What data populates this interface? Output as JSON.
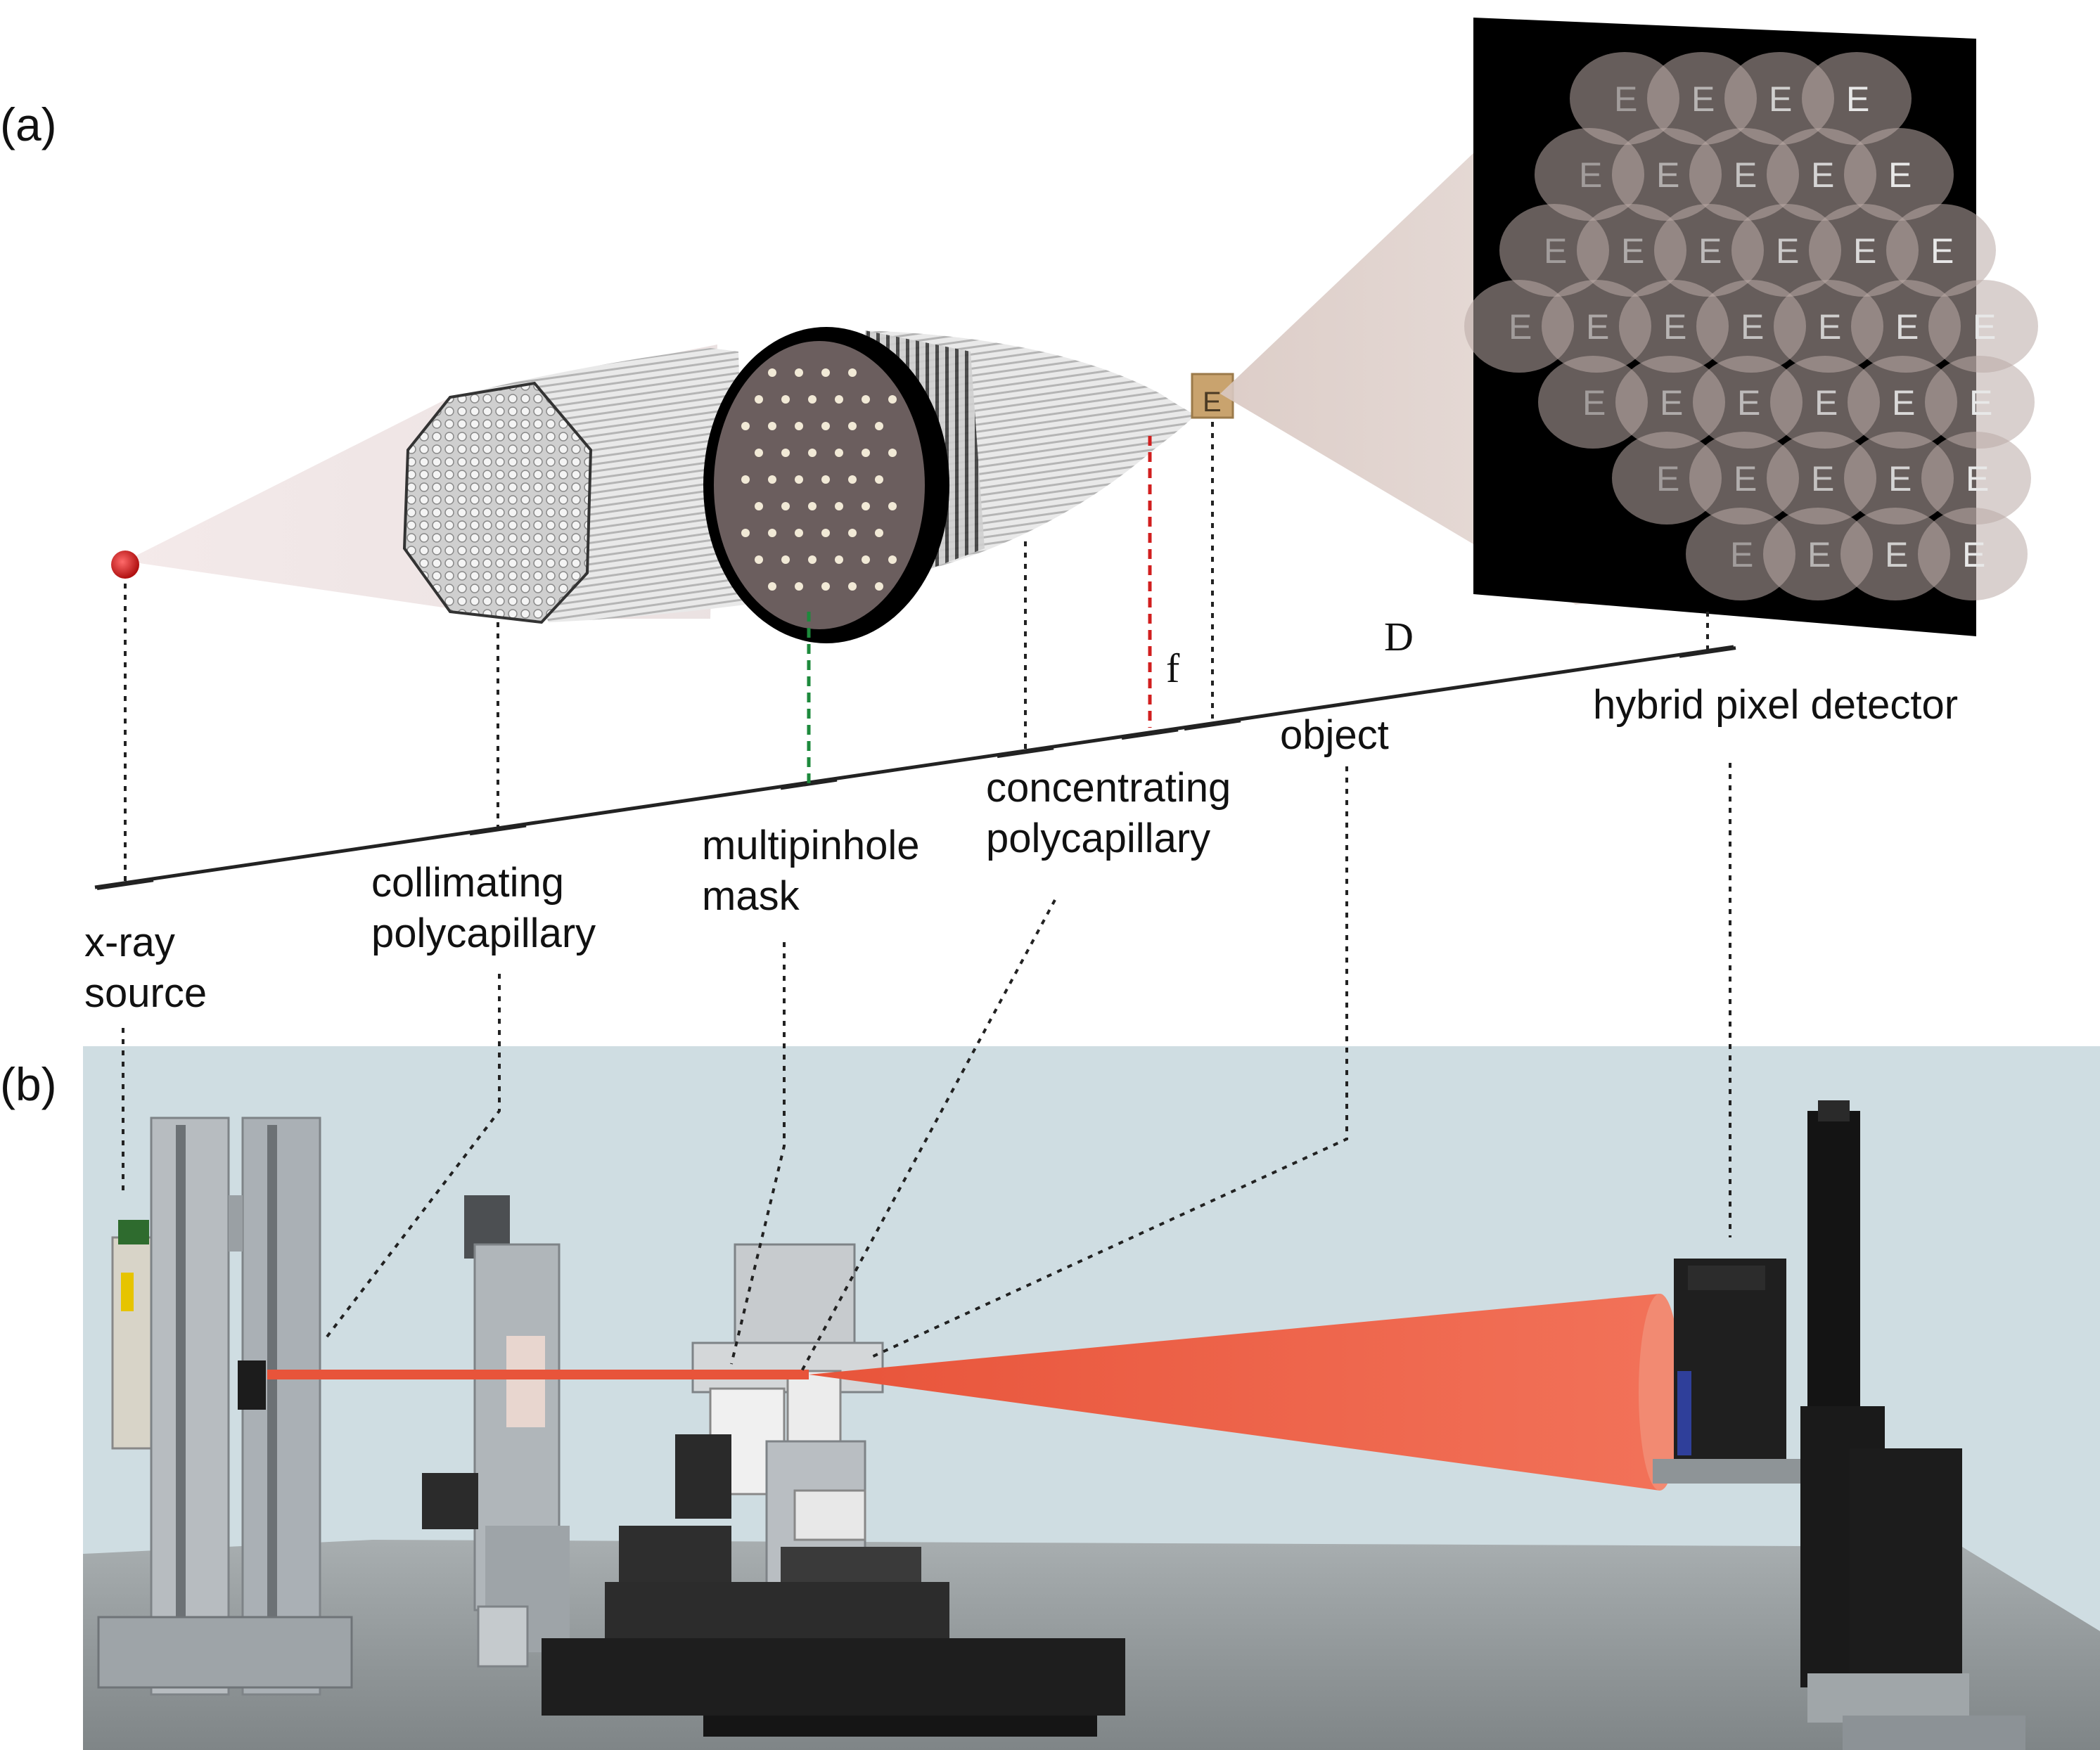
{
  "panel_labels": {
    "a": "(a)",
    "b": "(b)"
  },
  "components": {
    "xray_source": [
      "x-ray",
      "source"
    ],
    "collimating": [
      "collimating",
      "polycapillary"
    ],
    "mask": [
      "multipinhole",
      "mask"
    ],
    "concentrating": [
      "concentrating",
      "polycapillary"
    ],
    "object": "object",
    "detector": "hybrid pixel detector"
  },
  "distances": {
    "f": "f",
    "D": "D"
  },
  "detector_glyph": "E",
  "colors": {
    "source": "#d91e1e",
    "focus_line": "#d11f1f",
    "mask_line": "#1d8a3c",
    "beam_b": "#ef5a3c",
    "background_b": "#cfdde2",
    "detector_face": "#000000",
    "object_plate": "#c9a36e"
  }
}
